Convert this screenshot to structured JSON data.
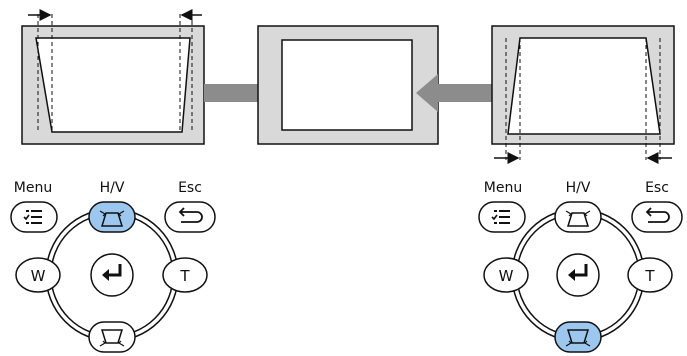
{
  "colors": {
    "frame_fill": "#d9d9d9",
    "frame_stroke": "#111111",
    "arrow_fill": "#8c8c8c",
    "button_highlight": "#9cc7ee",
    "button_stroke": "#111111",
    "ring_stroke": "#111111"
  },
  "left_remote": {
    "menu_label": "Menu",
    "hv_label": "H/V",
    "esc_label": "Esc",
    "w_label": "W",
    "t_label": "T",
    "highlighted": "up"
  },
  "right_remote": {
    "menu_label": "Menu",
    "hv_label": "H/V",
    "esc_label": "Esc",
    "w_label": "W",
    "t_label": "T",
    "highlighted": "down"
  },
  "icons": {
    "menu": "menu-list-icon",
    "esc": "return-arrow-icon",
    "enter": "enter-arrow-icon",
    "keystone_up": "keystone-up-icon",
    "keystone_down": "keystone-down-icon",
    "arrow_right": "gray-arrow-right-icon",
    "arrow_left": "gray-arrow-left-icon"
  }
}
